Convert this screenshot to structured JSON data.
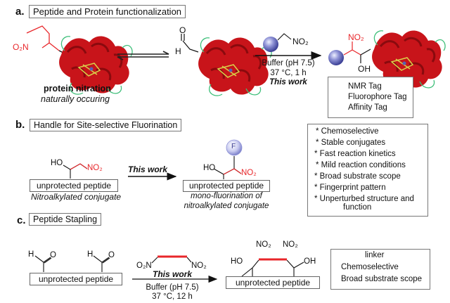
{
  "section_a": {
    "letter": "a.",
    "title": "Peptide and Protein functionalization",
    "left_label": "protein nitration",
    "left_sublabel": "naturally occuring",
    "nitro_group": "O₂N",
    "aldehyde_H": "H",
    "aldehyde_O": "O",
    "reagent_group": "NO₂",
    "conditions": [
      "Buffer (pH 7.5)",
      "37 °C, 1 h"
    ],
    "this_work": "This work",
    "product_no2": "NO₂",
    "product_oh": "OH",
    "tags": [
      "NMR Tag",
      "Fluorophore Tag",
      "Affinity Tag"
    ]
  },
  "section_b": {
    "letter": "b.",
    "title": "Handle for Site-selective Fluorination",
    "reactant_ho": "HO",
    "reactant_no2": "NO₂",
    "reactant_peptide": "unprotected peptide",
    "reactant_caption": "Nitroalkylated conjugate",
    "this_work": "This work",
    "product_f": "F",
    "product_ho": "HO",
    "product_no2": "NO₂",
    "product_peptide": "unprotected peptide",
    "product_caption_line1": "mono-fluorination of",
    "product_caption_line2": "nitroalkylated conjugate"
  },
  "features": [
    "* Chemoselective",
    "* Stable conjugates",
    "* Fast reaction kinetics",
    "* Mild reaction conditions",
    "* Broad substrate scope",
    "* Fingerprint pattern",
    "* Unperturbed structure and",
    "function"
  ],
  "section_c": {
    "letter": "c.",
    "title": "Peptide Stapling",
    "reactant_H": "H",
    "reactant_O": "O",
    "reactant_peptide": "unprotected peptide",
    "reagent_left": "O₂N",
    "reagent_right": "NO₂",
    "this_work": "This work",
    "conditions": [
      "Buffer (pH 7.5)",
      "37 °C, 12 h"
    ],
    "product_no2": "NO₂",
    "product_ho": "HO",
    "product_oh": "OH",
    "product_peptide": "unprotected peptide",
    "legend": [
      "linker",
      "Chemoselective",
      "Broad substrate scope"
    ]
  },
  "colors": {
    "accent_red": "#e8262a",
    "protein_red": "#d01418",
    "tag_sphere": "#6a6fc2",
    "loop_green": "#3fbf7a"
  }
}
